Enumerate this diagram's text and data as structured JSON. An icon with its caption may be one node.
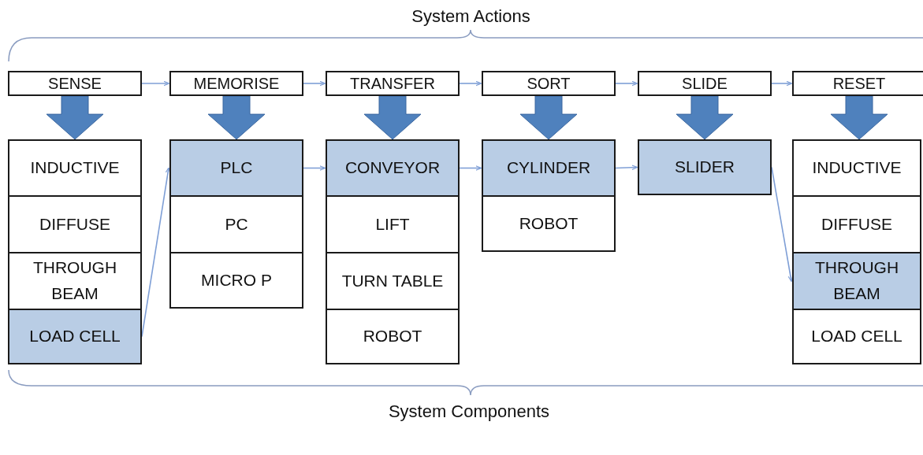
{
  "diagram": {
    "title": "System Actions",
    "caption": "System Components",
    "nodes": [
      {
        "text": [
          "SENSE"
        ]
      },
      {
        "text": [
          "MEMORISE"
        ]
      },
      {
        "text": [
          "TRANSFER"
        ]
      },
      {
        "text": [
          "SORT"
        ]
      },
      {
        "text": [
          "SLIDE"
        ]
      },
      {
        "text": [
          "RESET"
        ]
      },
      {
        "text": [
          "INDUCTIVE"
        ]
      },
      {
        "text": [
          "DIFFUSE"
        ]
      },
      {
        "text": [
          "THROUGH BEAM"
        ]
      },
      {
        "text": [
          "LOAD CELL"
        ]
      },
      {
        "text": [
          "PLC"
        ]
      },
      {
        "text": [
          "PC"
        ]
      },
      {
        "text": [
          "MICRO P"
        ]
      },
      {
        "text": [
          "CONVEYOR"
        ]
      },
      {
        "text": [
          "LIFT"
        ]
      },
      {
        "text": [
          "TURN TABLE"
        ]
      },
      {
        "text": [
          "ROBOT"
        ]
      },
      {
        "text": [
          "CYLINDER"
        ]
      },
      {
        "text": [
          "ROBOT"
        ]
      },
      {
        "text": [
          "SLIDER"
        ]
      },
      {
        "text": [
          "INDUCTIVE"
        ]
      },
      {
        "text": [
          "DIFFUSE"
        ]
      },
      {
        "text": [
          "THROUGH BEAM"
        ]
      },
      {
        "text": [
          "LOAD CELL"
        ]
      }
    ],
    "edges": [
      {
        "from": 0,
        "to": 1,
        "arrow": "to"
      },
      {
        "from": 1,
        "to": 2,
        "arrow": "to"
      },
      {
        "from": 2,
        "to": 3,
        "arrow": "to"
      },
      {
        "from": 3,
        "to": 4,
        "arrow": "to"
      },
      {
        "from": 4,
        "to": 5,
        "arrow": "to"
      },
      {
        "from": 0,
        "to": 6,
        "arrow": "to",
        "style": "thick",
        "color": "#4f81bd"
      },
      {
        "from": 1,
        "to": 10,
        "arrow": "to",
        "style": "thick",
        "color": "#4f81bd"
      },
      {
        "from": 2,
        "to": 13,
        "arrow": "to",
        "style": "thick",
        "color": "#4f81bd"
      },
      {
        "from": 3,
        "to": 17,
        "arrow": "to",
        "style": "thick",
        "color": "#4f81bd"
      },
      {
        "from": 4,
        "to": 19,
        "arrow": "to",
        "style": "thick",
        "color": "#4f81bd"
      },
      {
        "from": 5,
        "to": 20,
        "arrow": "to",
        "style": "thick",
        "color": "#4f81bd"
      },
      {
        "from": 9,
        "to": 10,
        "arrow": "to"
      },
      {
        "from": 10,
        "to": 13,
        "arrow": "to"
      },
      {
        "from": 13,
        "to": 17,
        "arrow": "to"
      },
      {
        "from": 17,
        "to": 19,
        "arrow": "to"
      },
      {
        "from": 19,
        "to": 22,
        "arrow": "to"
      }
    ]
  }
}
